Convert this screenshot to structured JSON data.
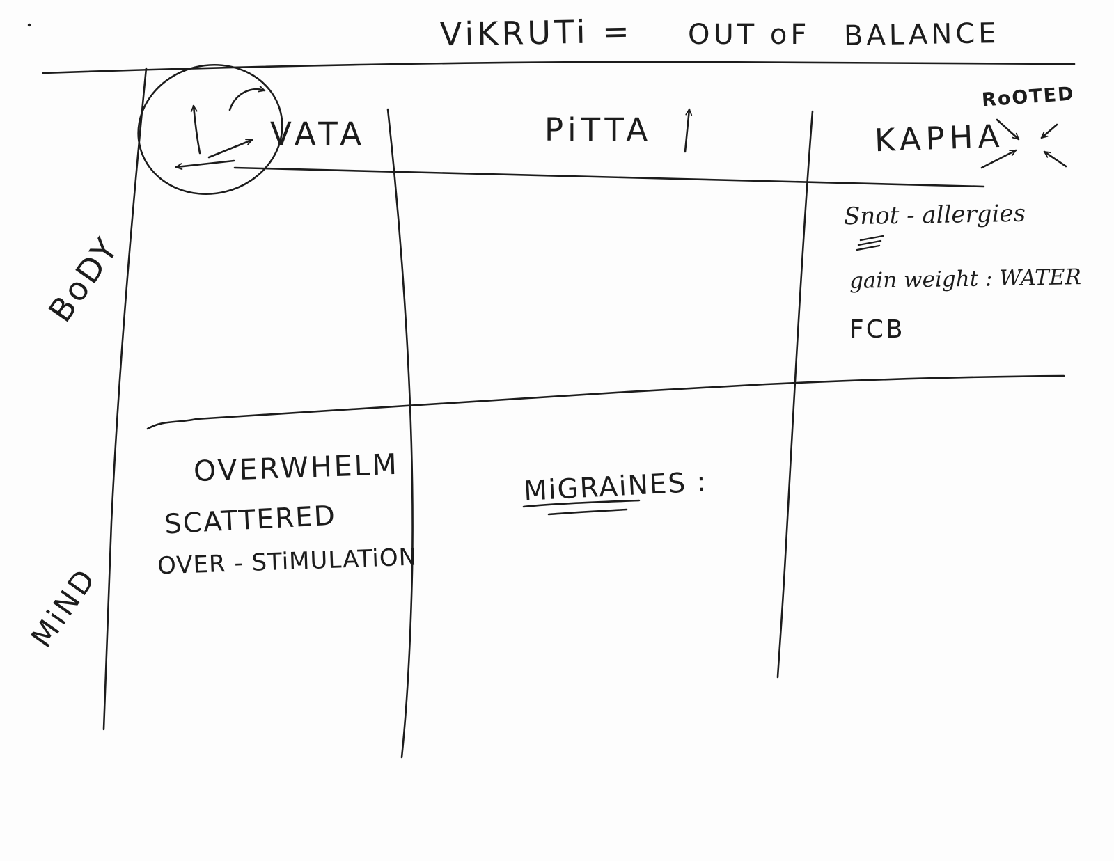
{
  "title": {
    "vikruti": "ViKRUTi  =",
    "out": "OUT  oF",
    "balance": "BALANCE"
  },
  "columns": {
    "vata": "VATA",
    "pitta": "PiTTA",
    "kapha": "KAPHA"
  },
  "annotations": {
    "rooted": "RoOTED"
  },
  "rows": {
    "body": "BoDY",
    "mind": "MiND"
  },
  "notes": {
    "kapha_body": [
      "Snot -  allergies",
      "gain weight : WATER",
      "FCB"
    ],
    "vata_mind": [
      "OVERWHELM",
      "SCATTERED",
      "OVER - STiMULATiON"
    ],
    "pitta_mind": [
      "MiGRAiNES  :"
    ]
  },
  "ink_color": "#1c1c1c"
}
